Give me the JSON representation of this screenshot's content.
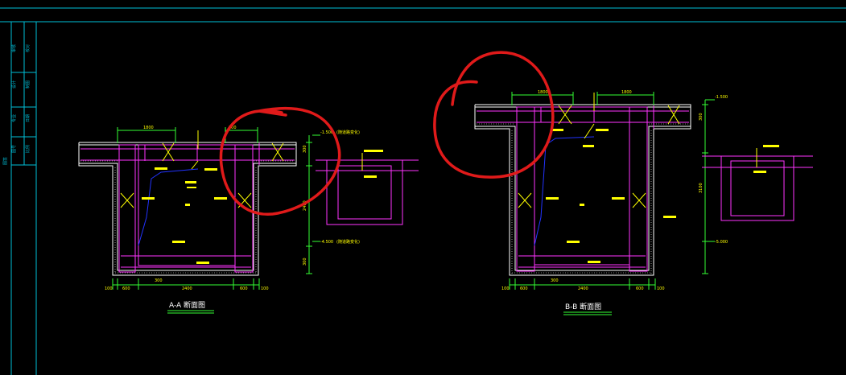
{
  "colors": {
    "background": "#000000",
    "frame": "#00bfd8",
    "section": "#ffffff",
    "rebar": "#ff33ff",
    "dimension": "#33ff33",
    "annotation": "#ffff00",
    "lead_line": "#2233ff",
    "markup": "#e01a1a"
  },
  "titles": {
    "section_a": "A-A 断面图",
    "section_b": "B-B 断面图"
  },
  "section_a": {
    "top_dim": "1800",
    "top_dim_right": "300",
    "level_top": "-1.500",
    "level_top_note": "(随道路变化)",
    "level_bottom": "-4.500",
    "level_bottom_note": "(随道路变化)",
    "right_dims": [
      "300",
      "2400",
      "300"
    ],
    "bottom_dims": [
      "100",
      "600",
      "2400",
      "600",
      "100"
    ],
    "bottom_small": "300"
  },
  "section_b": {
    "top_dim_left": "1800",
    "top_dim_right": "1800",
    "level_top": "-1.500",
    "level_bottom": "-5.000",
    "right_dims": [
      "300",
      "3100"
    ],
    "bottom_dims": [
      "100",
      "600",
      "2400",
      "600",
      "100"
    ],
    "bottom_small": "300"
  },
  "icons": {
    "markup_circle_a": "red-circle-markup",
    "markup_circle_b": "red-circle-markup"
  }
}
